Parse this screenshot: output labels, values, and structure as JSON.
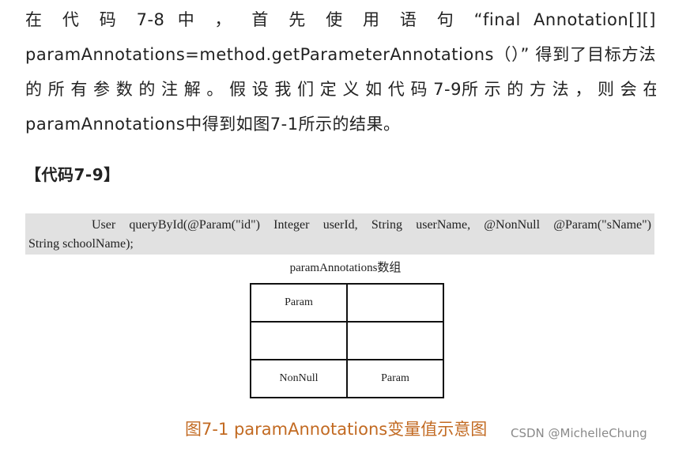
{
  "paragraph": {
    "line1": "在 代 码 7-8 中 ， 首 先 使 用 语 句 “final Annotation[][]",
    "line2": "paramAnnotations=method.getParameterAnnotations（）” 得到了目标方法",
    "line3": "的 所 有 参 数 的 注 解 。 假 设 我 们 定 义 如 代 码 7-9所 示 的 方 法 ， 则 会 在",
    "line4": "paramAnnotations中得到如图7-1所示的结果。"
  },
  "code_heading": "【代码7-9】",
  "code": {
    "line1": "User queryById(@Param(\"id\") Integer userId, String userName, @NonNull @Param(\"sName\")",
    "line2": "String schoolName);"
  },
  "figure": {
    "title": "paramAnnotations数组",
    "cells": [
      [
        "Param",
        ""
      ],
      [
        "",
        ""
      ],
      [
        "NonNull",
        "Param"
      ]
    ],
    "caption": "图7-1 paramAnnotations变量值示意图"
  },
  "watermark": "CSDN @MichelleChung",
  "colors": {
    "caption": "#c26a22",
    "code_background": "#e1e1e1",
    "watermark": "#8a8a8a"
  }
}
